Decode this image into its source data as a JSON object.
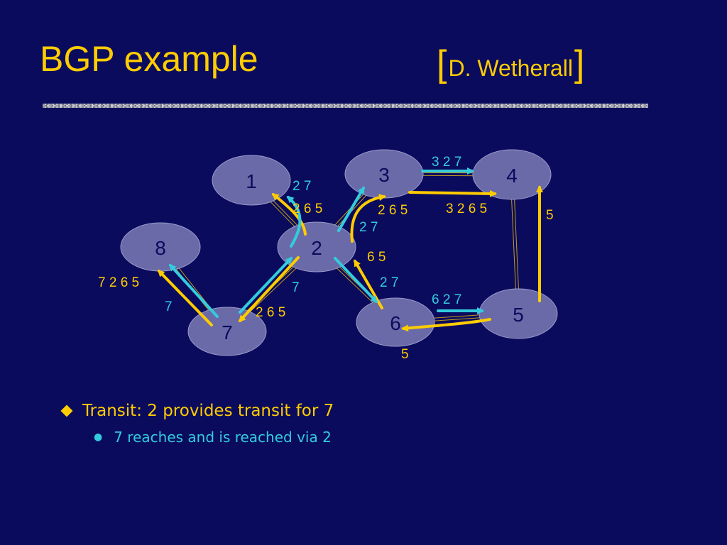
{
  "slide": {
    "title": "BGP example",
    "credit_open": "[",
    "credit_name": "D. Wetherall",
    "credit_close": "]"
  },
  "colors": {
    "background": "#0b0b5e",
    "title": "#ffcc00",
    "node_fill": "#6a6aa8",
    "node_text": "#0b0b5e",
    "link": "#ffcc00",
    "yellow_route": "#ffcc00",
    "cyan_route": "#33ccdd"
  },
  "diagram": {
    "nodes": [
      {
        "id": "1",
        "label": "1"
      },
      {
        "id": "2",
        "label": "2"
      },
      {
        "id": "3",
        "label": "3"
      },
      {
        "id": "4",
        "label": "4"
      },
      {
        "id": "5",
        "label": "5"
      },
      {
        "id": "6",
        "label": "6"
      },
      {
        "id": "7",
        "label": "7"
      },
      {
        "id": "8",
        "label": "8"
      }
    ],
    "links": [
      {
        "from": "1",
        "to": "2"
      },
      {
        "from": "2",
        "to": "3"
      },
      {
        "from": "2",
        "to": "6"
      },
      {
        "from": "2",
        "to": "7"
      },
      {
        "from": "3",
        "to": "4"
      },
      {
        "from": "4",
        "to": "5"
      },
      {
        "from": "5",
        "to": "6"
      },
      {
        "from": "7",
        "to": "8"
      }
    ],
    "labels": [
      {
        "text": "2 7",
        "color": "cyan"
      },
      {
        "text": "2 6 5",
        "color": "yellow"
      },
      {
        "text": "2 6 5",
        "color": "yellow"
      },
      {
        "text": "2 7",
        "color": "cyan"
      },
      {
        "text": "3 2 7",
        "color": "cyan"
      },
      {
        "text": "3 2 6 5",
        "color": "yellow"
      },
      {
        "text": "5",
        "color": "yellow"
      },
      {
        "text": "6 5",
        "color": "yellow"
      },
      {
        "text": "2 7",
        "color": "cyan"
      },
      {
        "text": "6 2 7",
        "color": "cyan"
      },
      {
        "text": "5",
        "color": "yellow"
      },
      {
        "text": "7",
        "color": "cyan"
      },
      {
        "text": "2 6 5",
        "color": "yellow"
      },
      {
        "text": "7 2 6 5",
        "color": "yellow"
      },
      {
        "text": "7",
        "color": "cyan"
      }
    ]
  },
  "bullets": {
    "main": "Transit: 2 provides transit for 7",
    "sub": "7 reaches and is reached via 2"
  }
}
